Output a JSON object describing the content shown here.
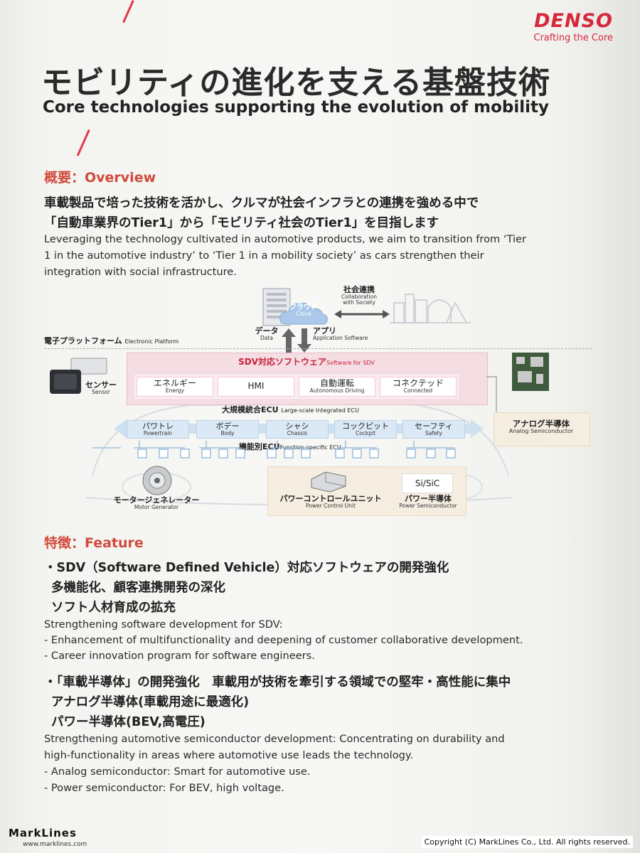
{
  "brand": {
    "name": "DENSO",
    "tagline": "Crafting the Core"
  },
  "title": {
    "jp": "モビリティの進化を支える基盤技術",
    "en": "Core technologies supporting the evolution of mobility"
  },
  "overview": {
    "heading": "概要：Overview",
    "jp_line1": "車載製品で培った技術を活かし、クルマが社会インフラとの連携を強める中で",
    "jp_line2": "「自動車業界のTier1」から「モビリティ社会のTier1」を目指します",
    "en_line1": "Leveraging the technology cultivated in automotive products, we aim to transition from ‘Tier",
    "en_line2": "1 in the automotive industry’ to ‘Tier 1 in a mobility society’ as cars strengthen their",
    "en_line3": "integration with social infrastructure."
  },
  "diagram": {
    "cloud": {
      "jp": "クラウド",
      "en": "Cloud"
    },
    "society": {
      "jp": "社会連携",
      "en1": "Collaboration",
      "en2": "with Society"
    },
    "data": {
      "jp": "データ",
      "en": "Data"
    },
    "app": {
      "jp": "アプリ",
      "en": "Application Software"
    },
    "platform": {
      "jp": "電子プラットフォーム",
      "en": "Electronic Platform"
    },
    "sdv": {
      "jp": "SDV対応ソフトウェア",
      "en": "Software for SDV"
    },
    "modules": [
      {
        "jp": "エネルギー",
        "en": "Energy"
      },
      {
        "jp": "HMI",
        "en": ""
      },
      {
        "jp": "自動運転",
        "en": "Autonomous Driving"
      },
      {
        "jp": "コネクテッド",
        "en": "Connected"
      }
    ],
    "large_ecu": {
      "jp": "大規模統合ECU",
      "en": "Large-scale Integrated ECU"
    },
    "functions": [
      {
        "jp": "パワトレ",
        "en": "Powertrain"
      },
      {
        "jp": "ボデー",
        "en": "Body"
      },
      {
        "jp": "シャシ",
        "en": "Chassis"
      },
      {
        "jp": "コックピット",
        "en": "Cockpit"
      },
      {
        "jp": "セーフティ",
        "en": "Safety"
      }
    ],
    "fn_ecu": {
      "jp": "機能別ECU",
      "en": "Function-specific ECU"
    },
    "sensor": {
      "jp": "センサー",
      "en": "Sensor"
    },
    "analog": {
      "jp": "アナログ半導体",
      "en": "Analog Semiconductor"
    },
    "motor": {
      "jp": "モータージェネレーター",
      "en": "Motor Generator"
    },
    "pcu": {
      "jp": "パワーコントロールユニット",
      "en": "Power Control Unit"
    },
    "power_semi": {
      "jp": "パワー半導体",
      "en": "Power Semiconductor"
    },
    "sisic": "Si/SiC"
  },
  "feature": {
    "heading": "特徴：Feature",
    "sdv_jp1": "・SDV（Software Defined Vehicle）対応ソフトウェアの開発強化",
    "sdv_jp2": "多機能化、顧客連携開発の深化",
    "sdv_jp3": "ソフト人材育成の拡充",
    "sdv_en1": "Strengthening software development for SDV:",
    "sdv_en2": "- Enhancement of multifunctionality and deepening of customer collaborative development.",
    "sdv_en3": "- Career innovation program for software engineers.",
    "semi_jp1": "・「車載半導体」の開発強化　車載用が技術を牽引する領域での堅牢・高性能に集中",
    "semi_jp2": "アナログ半導体(車載用途に最適化)",
    "semi_jp3": "パワー半導体(BEV,高電圧)",
    "semi_en1": "Strengthening automotive semiconductor development: Concentrating on durability and",
    "semi_en2": "high-functionality in areas where automotive use leads the technology.",
    "semi_en3": "- Analog semiconductor: Smart for automotive use.",
    "semi_en4": "- Power semiconductor: For BEV, high voltage."
  },
  "footer": {
    "marklines": "MarkLines",
    "url": "www.marklines.com",
    "copyright": "Copyright (C) MarkLines Co., Ltd. All rights reserved."
  },
  "colors": {
    "accent": "#d6283a",
    "heading": "#d14a3a",
    "sdv_bg": "#f5dde4",
    "ecu_blue": "#dbe9f6"
  }
}
